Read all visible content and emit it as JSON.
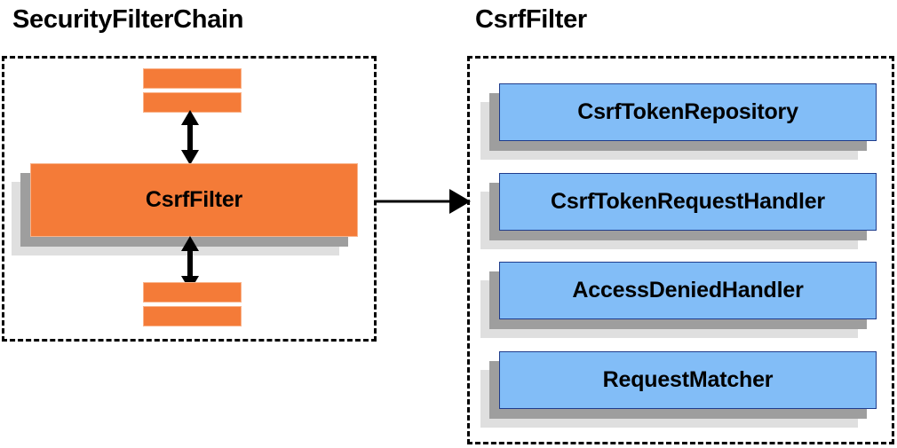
{
  "diagram": {
    "type": "component-relationship-diagram",
    "background_color": "#ffffff",
    "panels": [
      {
        "id": "security-filter-chain",
        "title": "SecurityFilterChain",
        "border_style": "dashed",
        "border_color": "#000000",
        "highlight_color": "#f47b38",
        "items": [
          {
            "kind": "bar",
            "label": ""
          },
          {
            "kind": "bar",
            "label": ""
          },
          {
            "kind": "block",
            "label": "CsrfFilter"
          },
          {
            "kind": "bar",
            "label": ""
          },
          {
            "kind": "bar",
            "label": ""
          }
        ]
      },
      {
        "id": "csrf-filter",
        "title": "CsrfFilter",
        "border_style": "dashed",
        "border_color": "#000000",
        "highlight_color": "#82bdf7",
        "items": [
          {
            "kind": "block",
            "label": "CsrfTokenRepository"
          },
          {
            "kind": "block",
            "label": "CsrfTokenRequestHandler"
          },
          {
            "kind": "block",
            "label": "AccessDeniedHandler"
          },
          {
            "kind": "block",
            "label": "RequestMatcher"
          }
        ]
      }
    ],
    "connectors": [
      {
        "id": "chain-above-to-csrffilter",
        "style": "double-headed",
        "orientation": "vertical",
        "color": "#000000"
      },
      {
        "id": "csrffilter-to-chain-below",
        "style": "double-headed",
        "orientation": "vertical",
        "color": "#000000"
      },
      {
        "id": "csrffilter-to-detail",
        "style": "single-headed",
        "orientation": "horizontal",
        "color": "#000000"
      }
    ],
    "shadow_colors": {
      "near": "#9e9e9e",
      "far": "#dfdfdf"
    }
  }
}
